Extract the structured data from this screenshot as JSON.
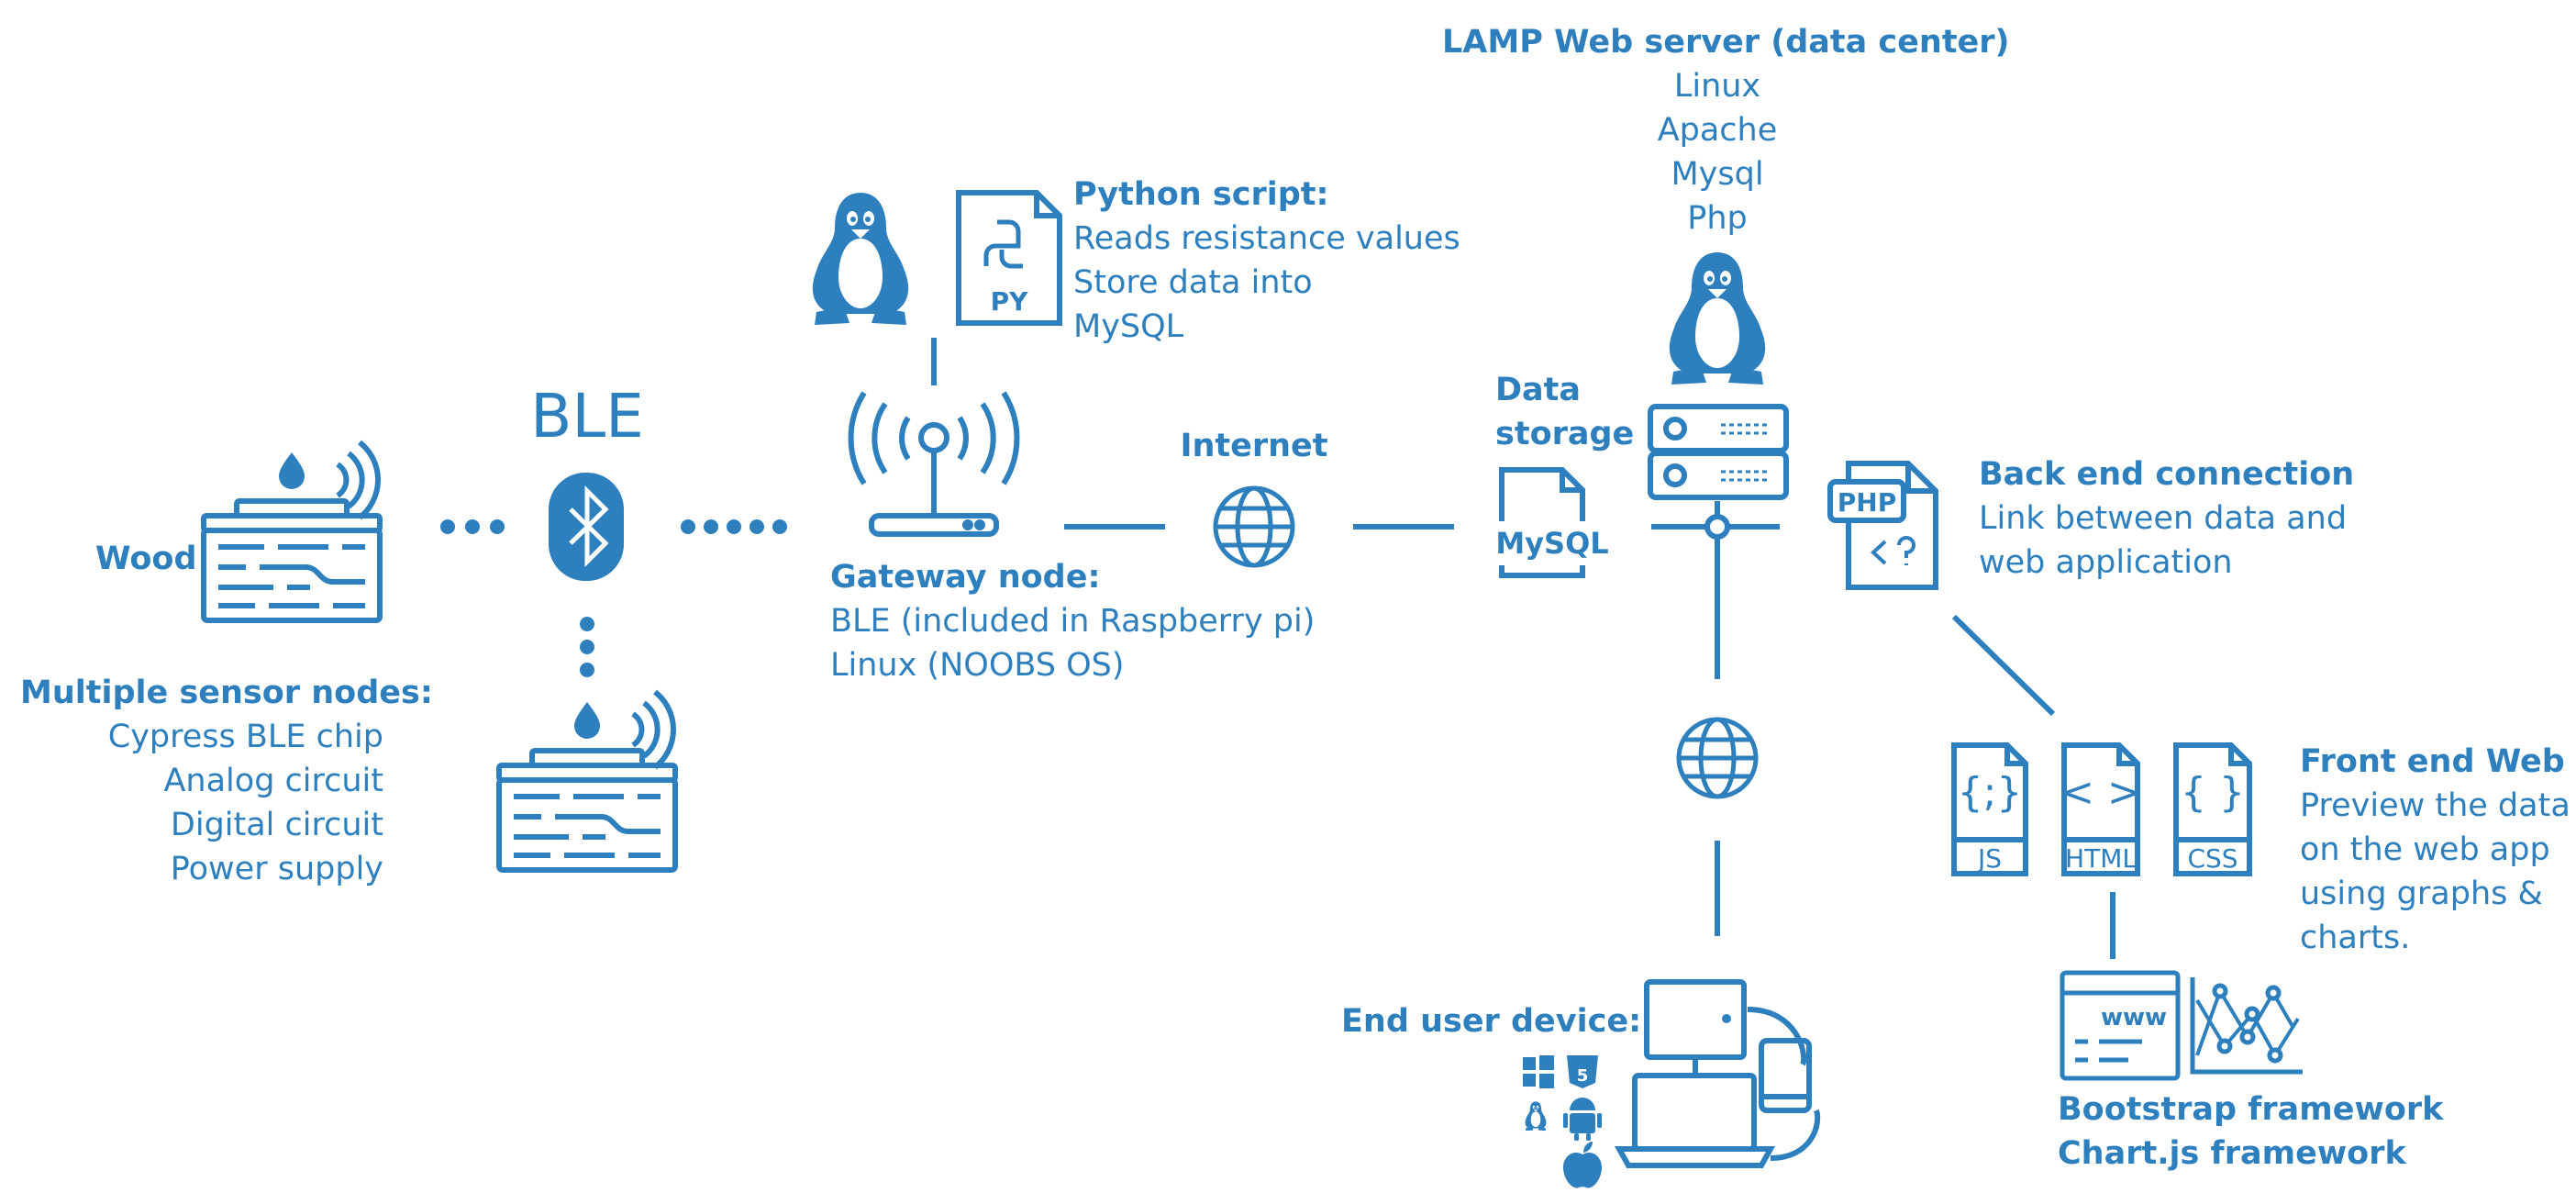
{
  "colors": {
    "primary": "#2e7fbe",
    "background": "#ffffff"
  },
  "sensor": {
    "wood_label": "Wood",
    "title": "Multiple sensor nodes:",
    "items": [
      "Cypress BLE chip",
      "Analog circuit",
      "Digital circuit",
      "Power supply"
    ]
  },
  "ble": {
    "label": "BLE"
  },
  "python": {
    "title": "Python script:",
    "items": [
      "Reads resistance values",
      "Store data into",
      "MySQL"
    ],
    "file_label": "PY"
  },
  "gateway": {
    "title": "Gateway node:",
    "items": [
      "BLE (included in Raspberry pi)",
      "Linux (NOOBS OS)"
    ]
  },
  "internet": {
    "label": "Internet"
  },
  "storage": {
    "title_lines": [
      "Data",
      "storage"
    ],
    "file_label": "MySQL"
  },
  "lamp": {
    "title": "LAMP Web server (data center)",
    "items": [
      "Linux",
      "Apache",
      "Mysql",
      "Php"
    ]
  },
  "backend": {
    "title": "Back end connection",
    "items": [
      "Link between data and",
      "web application"
    ],
    "file_label": "PHP"
  },
  "frontend": {
    "title": "Front end Web",
    "items": [
      "Preview the data",
      "on the web app",
      "using graphs &",
      "charts."
    ],
    "files": [
      {
        "glyph": "{;}",
        "label": "JS"
      },
      {
        "glyph": "< >",
        "label": "HTML"
      },
      {
        "glyph": "{ }",
        "label": "CSS"
      }
    ]
  },
  "frameworks": {
    "items": [
      "Bootstrap framework",
      "Chart.js framework"
    ],
    "www_label": "www"
  },
  "end_user": {
    "title": "End user device:"
  },
  "icons": [
    "water-drop-icon",
    "signal-waves-icon",
    "wood-sensor-icon",
    "bluetooth-icon",
    "linux-penguin-icon",
    "python-file-icon",
    "router-icon",
    "globe-icon",
    "mysql-file-icon",
    "server-icon",
    "php-file-icon",
    "js-file-icon",
    "html-file-icon",
    "css-file-icon",
    "web-chart-icon",
    "desktop-icon",
    "laptop-icon",
    "phone-icon",
    "windows-icon",
    "html5-icon",
    "android-icon",
    "apple-icon"
  ]
}
